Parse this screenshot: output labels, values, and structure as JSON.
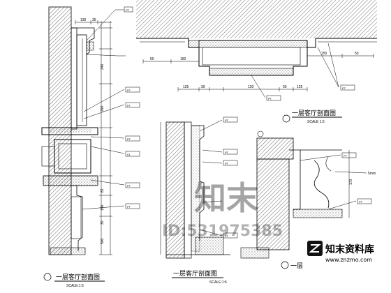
{
  "titles": {
    "left": "一层客厅剖面图",
    "bottom_middle": "一层客厅剖面图",
    "top_right": "一层客厅剖面图",
    "bottom_right": "一层"
  },
  "scale_labels": {
    "left": "SCALE:1:5",
    "middle": "SCALE:1:5",
    "top_right": "SCALE 1:5"
  },
  "callouts": {
    "pt": "PT",
    "l01": "01"
  },
  "dimensions": {
    "top_plan": [
      "50",
      "150",
      "125",
      "30",
      "120",
      "60",
      "125",
      "150",
      "50"
    ],
    "left_section": [
      "130",
      "35",
      "240",
      "290",
      "82",
      "150",
      "30",
      "500"
    ],
    "right_section": [
      "170",
      "5mm"
    ]
  },
  "watermark": {
    "main": "知末",
    "id": "ID:531975385",
    "logo_text": "知末资料库",
    "url": "www.znzmo.com"
  }
}
